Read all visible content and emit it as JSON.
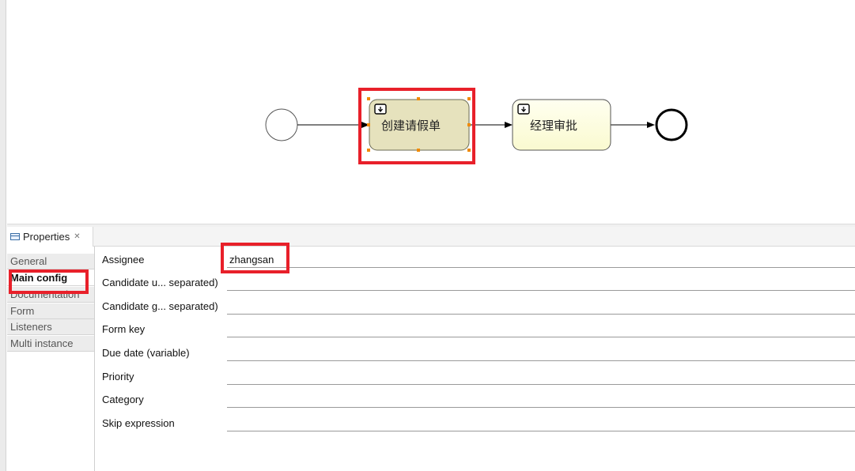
{
  "diagram": {
    "tasks": [
      {
        "label": "创建请假单",
        "selected": true
      },
      {
        "label": "经理审批",
        "selected": false
      }
    ]
  },
  "properties": {
    "tab_title": "Properties",
    "tab_close": "✕",
    "side_tabs": [
      "General",
      "Main config",
      "Documentation",
      "Form",
      "Listeners",
      "Multi instance"
    ],
    "active_tab": "Main config",
    "fields": [
      {
        "label": "Assignee",
        "value": "zhangsan"
      },
      {
        "label": "Candidate u... separated)",
        "value": ""
      },
      {
        "label": "Candidate g... separated)",
        "value": ""
      },
      {
        "label": "Form key",
        "value": ""
      },
      {
        "label": "Due date (variable)",
        "value": ""
      },
      {
        "label": "Priority",
        "value": ""
      },
      {
        "label": "Category",
        "value": ""
      },
      {
        "label": "Skip expression",
        "value": ""
      }
    ]
  },
  "colors": {
    "highlight": "#e8202a",
    "task_selected_fill": "#e6e2bd",
    "task_fill": "#fefed8",
    "selection_handle": "#f08a00"
  }
}
